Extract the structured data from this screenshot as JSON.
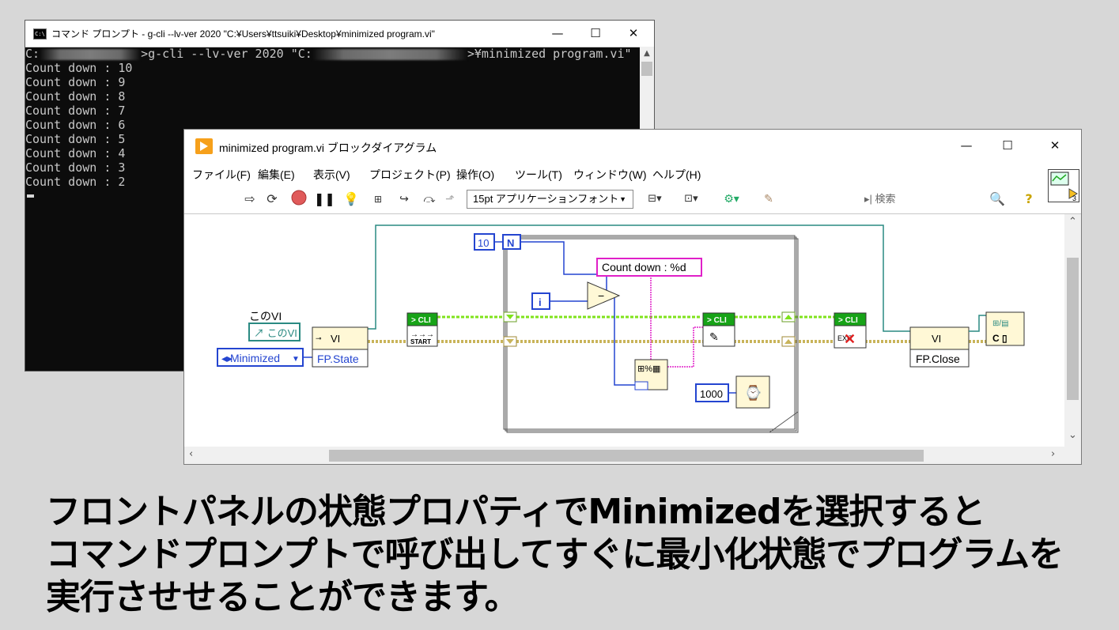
{
  "console": {
    "title": "コマンド プロンプト - g-cli  --lv-ver 2020 \"C:¥Users¥ttsuiki¥Desktop¥minimized program.vi\"",
    "icon": "cmd-icon",
    "controls": {
      "minimize": "—",
      "maximize": "☐",
      "close": "✕"
    },
    "prompt_prefix": "C:",
    "prompt_command": ">g-cli --lv-ver 2020 \"C:",
    "prompt_suffix": ">¥minimized program.vi\"",
    "lines": [
      "Count down : 10",
      "Count down : 9",
      "Count down : 8",
      "Count down : 7",
      "Count down : 6",
      "Count down : 5",
      "Count down : 4",
      "Count down : 3",
      "Count down : 2"
    ]
  },
  "labview": {
    "title": "minimized program.vi ブロックダイアグラム",
    "controls": {
      "minimize": "—",
      "maximize": "☐",
      "close": "✕"
    },
    "menus": [
      "ファイル(F)",
      "編集(E)",
      "表示(V)",
      "プロジェクト(P)",
      "操作(O)",
      "ツール(T)",
      "ウィンドウ(W)",
      "ヘルプ(H)"
    ],
    "font_selector": "15pt アプリケーションフォント",
    "search_placeholder": "検索",
    "connector_number": "3",
    "diagram": {
      "this_vi_label": "このVI",
      "this_vi_ref": "このVI",
      "vi_node": "VI",
      "enum_value": "Minimized",
      "fp_state": "FP.State",
      "loop_count": "10",
      "loop_n": "N",
      "loop_i": "i",
      "format_string": "Count down : %d",
      "wait_ms": "1000",
      "cli_label": "> CLI",
      "start_label": "START",
      "fp_close": "FP.Close",
      "exit_label": "EXIT"
    },
    "colors": {
      "wire_green": "#7fe31b",
      "wire_ref": "#2a8a82",
      "wire_string": "#e020c8",
      "wire_int": "#2445d0",
      "wire_error": "#c9b45a"
    }
  },
  "caption": [
    "フロントパネルの状態プロパティでMinimizedを選択すると",
    "コマンドプロンプトで呼び出してすぐに最小化状態でプログラムを",
    "実行させせることができます。"
  ]
}
